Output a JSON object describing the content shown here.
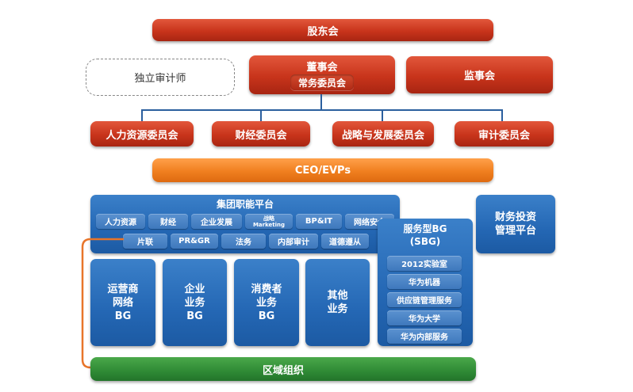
{
  "colors": {
    "red": "#c8341b",
    "orange": "#f07f1f",
    "blue": "#2467b4",
    "green": "#2f8a35",
    "connector": "#e8752a"
  },
  "governance": {
    "shareholders": "股东会",
    "auditor": "独立审计师",
    "board": "董事会",
    "standing_committee": "常务委员会",
    "supervisory": "监事会"
  },
  "committees": [
    "人力资源委员会",
    "财经委员会",
    "战略与发展委员会",
    "审计委员会"
  ],
  "executive": "CEO/EVPs",
  "group_platform": {
    "title": "集团职能平台",
    "row1": [
      "人力资源",
      "财经",
      "企业发展",
      "战略\nMarketing",
      "BP&IT",
      "网络安全"
    ],
    "row2": [
      "片联",
      "PR&GR",
      "法务",
      "内部审计",
      "道德遵从"
    ]
  },
  "business_groups": [
    "运营商\n网络\nBG",
    "企业\n业务\nBG",
    "消费者\n业务\nBG",
    "其他\n业务"
  ],
  "service_bg": {
    "title": "服务型BG\n(SBG)",
    "items": [
      "2012实验室",
      "华为机器",
      "供应链管理服务",
      "华为大学",
      "华为内部服务"
    ]
  },
  "investment_platform": "财务投资\n管理平台",
  "regional": "区域组织"
}
